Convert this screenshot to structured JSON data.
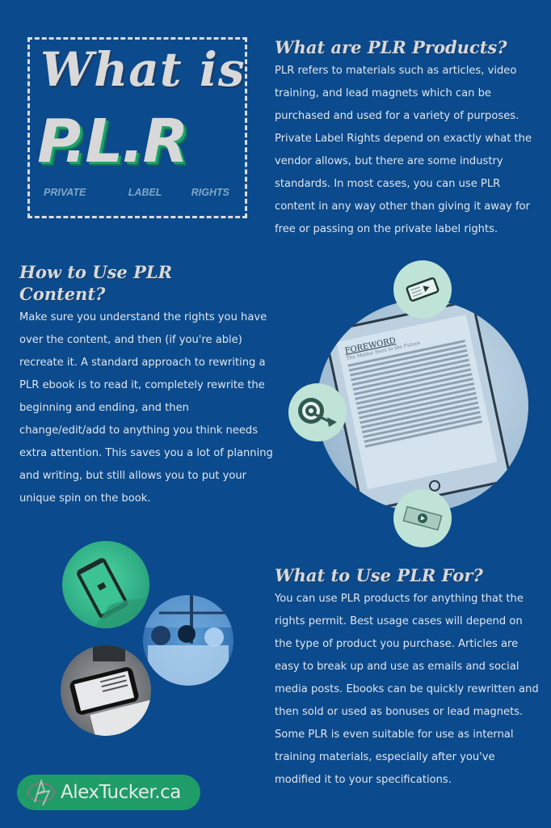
{
  "header": {
    "title_line1": "What is",
    "title_line2": "P.L.R",
    "subtitle": [
      "PRIVATE",
      "LABEL",
      "RIGHTS"
    ]
  },
  "sections": [
    {
      "heading": "What are PLR Products?",
      "body": "PLR refers to materials such as articles, video training, and lead magnets which can be purchased and used for a variety of purposes. Private Label Rights depend on exactly what the vendor allows, but there are some industry standards. In most cases, you can use PLR content in any way other than giving it away for free or passing on the private label rights."
    },
    {
      "heading": "How to Use PLR Content?",
      "body": "Make sure you understand the rights you have over the content, and then (if you're able) recreate it. A standard approach to rewriting a PLR ebook is to read it, completely rewrite the beginning and ending, and then change/edit/add to anything you think needs extra attention. This saves you a lot of planning and writing, but still allows you to put your unique spin on the book."
    },
    {
      "heading": "What to Use PLR For?",
      "body": "You can use PLR products for anything that the rights permit. Best usage cases will depend on the type of product you purchase. Articles are easy to break up and use as emails and social media posts. Ebooks can be quickly rewritten and then sold or used as bonuses or lead magnets. Some PLR is even suitable for use as internal training materials, especially after you've modified it to your specifications."
    }
  ],
  "ereader": {
    "heading": "FOREWORD",
    "subheading": "The Matter Hers to the Future"
  },
  "icons": [
    "phone-icon",
    "target-icon",
    "video-icon"
  ],
  "footer": {
    "logo_text": "AlexTucker.ca"
  },
  "colors": {
    "background": "#0b4a8c",
    "accent_green": "#1f9c68",
    "bubble": "#bfe3d6",
    "text": "#dfe6ee"
  }
}
